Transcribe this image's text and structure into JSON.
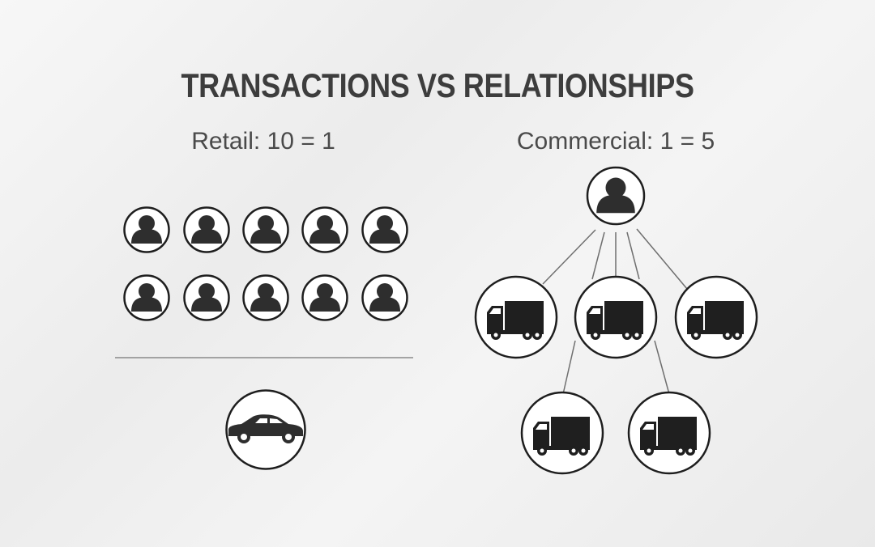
{
  "title": "TRANSACTIONS VS RELATIONSHIPS",
  "retail": {
    "label": "Retail: 10 = 1",
    "person_count": 10,
    "icon_person": "person-icon",
    "icon_vehicle": "car-icon"
  },
  "commercial": {
    "label": "Commercial: 1 = 5",
    "truck_count": 5,
    "icon_person": "person-icon",
    "icon_vehicle": "truck-icon"
  },
  "colors": {
    "icon_fill": "#2e2e2e",
    "circle_fill": "#ffffff",
    "circle_stroke": "#1e1e1e",
    "line": "#6f6f6f",
    "divider": "#8a8a8a"
  }
}
